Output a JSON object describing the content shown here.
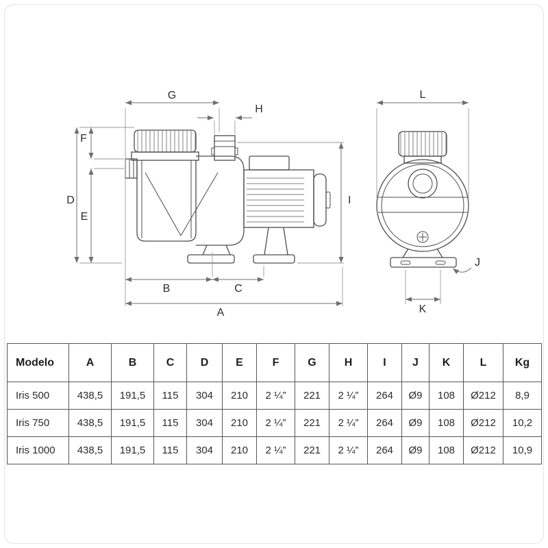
{
  "drawing": {
    "labels": {
      "A": "A",
      "B": "B",
      "C": "C",
      "D": "D",
      "E": "E",
      "F": "F",
      "G": "G",
      "H": "H",
      "I": "I",
      "J": "J",
      "K": "K",
      "L": "L"
    }
  },
  "table": {
    "headers": [
      "Modelo",
      "A",
      "B",
      "C",
      "D",
      "E",
      "F",
      "G",
      "H",
      "I",
      "J",
      "K",
      "L",
      "Kg"
    ],
    "rows": [
      {
        "modelo": "Iris 500",
        "values": [
          "438,5",
          "191,5",
          "115",
          "304",
          "210",
          "2 ¼”",
          "221",
          "2 ¼”",
          "264",
          "Ø9",
          "108",
          "Ø212",
          "8,9"
        ]
      },
      {
        "modelo": "Iris 750",
        "values": [
          "438,5",
          "191,5",
          "115",
          "304",
          "210",
          "2 ¼”",
          "221",
          "2 ¼”",
          "264",
          "Ø9",
          "108",
          "Ø212",
          "10,2"
        ]
      },
      {
        "modelo": "Iris 1000",
        "values": [
          "438,5",
          "191,5",
          "115",
          "304",
          "210",
          "2 ¼”",
          "221",
          "2 ¼”",
          "264",
          "Ø9",
          "108",
          "Ø212",
          "10,9"
        ]
      }
    ]
  },
  "colors": {
    "outline": "#4c4c4c",
    "dimension": "#6f6f6f",
    "extension": "#9a9a9a",
    "text": "#2e2e2e",
    "table_border": "#555555"
  }
}
